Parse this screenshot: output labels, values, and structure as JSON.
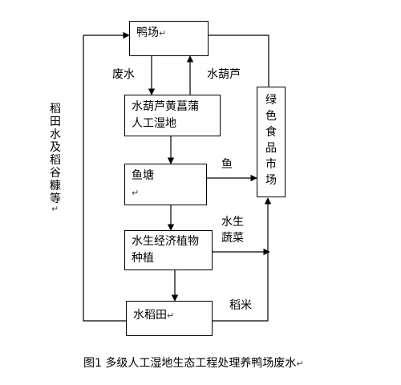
{
  "nodes": {
    "duck_farm": "鸭场",
    "wetland": [
      "水葫芦黄菖蒲",
      "人工湿地"
    ],
    "fish_pond": "鱼塘",
    "aquatic_plants": [
      "水生经济植物",
      "种植"
    ],
    "paddy": "水稻田",
    "market": [
      "绿",
      "色",
      "食",
      "品",
      "市",
      "场"
    ]
  },
  "edges": {
    "wastewater": "废水",
    "water_hyacinth": "水葫芦",
    "fish": "鱼",
    "vegetables": [
      "水生",
      "蔬菜"
    ],
    "rice": "稻米",
    "paddy_return": "稻田水及稻谷糠等"
  },
  "paragraph_mark": "↵",
  "caption": "图1  多级人工湿地生态工程处理养鸭场废水"
}
